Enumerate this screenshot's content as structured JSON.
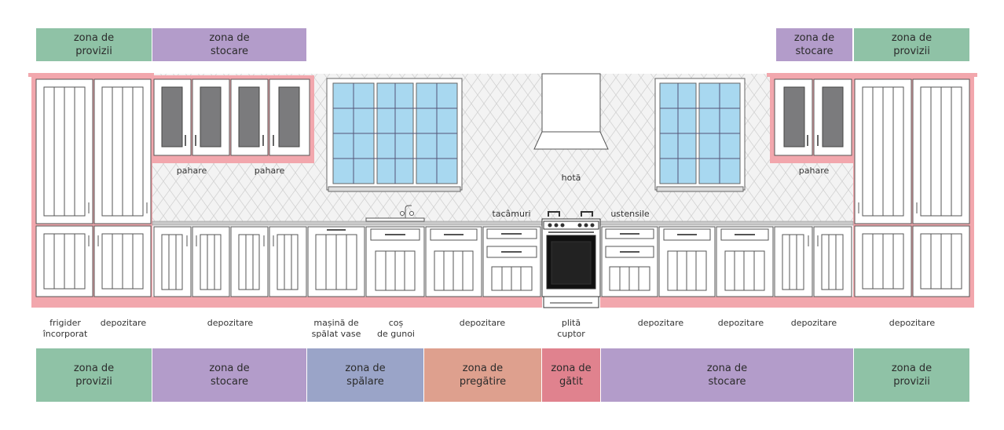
{
  "zones_top": [
    {
      "text": "zona de\nprovizii",
      "color": "#8fc2a6"
    },
    {
      "text": "zona de\nstocare",
      "color": "#b39cca"
    },
    {
      "text": "zona de\nstocare",
      "color": "#b39cca"
    },
    {
      "text": "zona de\nprovizii",
      "color": "#8fc2a6"
    }
  ],
  "zones_bottom": [
    {
      "text": "zona de\nprovizii",
      "color": "#8fc2a6"
    },
    {
      "text": "zona de\nstocare",
      "color": "#b39cca"
    },
    {
      "text": "zona de\nspălare",
      "color": "#9aa4c8"
    },
    {
      "text": "zona de\npregătire",
      "color": "#dea08e"
    },
    {
      "text": "zona de\ngătit",
      "color": "#e0828e"
    },
    {
      "text": "zona de\nstocare",
      "color": "#b39cca"
    },
    {
      "text": "zona de\nprovizii",
      "color": "#8fc2a6"
    }
  ],
  "wall_labels": {
    "glasses_1": "pahare",
    "glasses_2": "pahare",
    "glasses_3": "pahare",
    "hood": "hotă",
    "cutlery": "tacâmuri",
    "utensils": "ustensile"
  },
  "appliance_labels": [
    "frigider\nîncorporat",
    "depozitare",
    "depozitare",
    "mașină de\nspălat vase",
    "coș\nde gunoi",
    "depozitare",
    "plită\ncuptor",
    "depozitare",
    "depozitare",
    "depozitare",
    "depozitare"
  ],
  "colors": {
    "plinth": "#f2a7ad",
    "backsplash": "#eeeeee",
    "glass": "#a8d8f0",
    "cabinet_glass": "#7b7b7d",
    "outline": "#555555"
  }
}
